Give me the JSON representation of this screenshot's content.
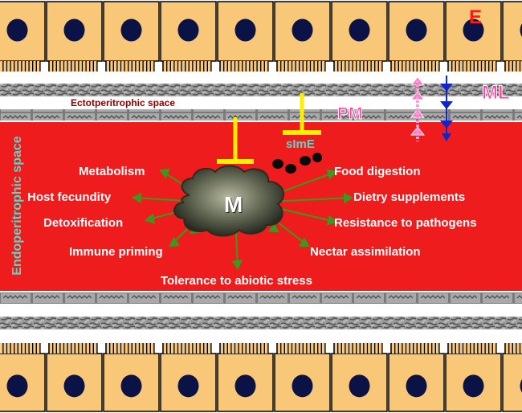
{
  "labels": {
    "epithelium": "E",
    "muscle_layer": "ML",
    "peritrophic_matrix": "PM",
    "ectoperitrophic": "Ectotperitrophic space",
    "endoperitrophic": "Endoperitrophic space",
    "microbiota": "M",
    "immune_effector": "sImE"
  },
  "functions_left": [
    "Metabolism",
    "Host fecundity",
    "Detoxification",
    "Immune priming"
  ],
  "functions_right": [
    "Food digestion",
    "Dietry supplements",
    "Resistance to pathogens",
    "Nectar assimilation"
  ],
  "function_bottom": "Tolerance to abiotic stress",
  "colors": {
    "lumen": "#ee1c1c",
    "cell": "#f8c777",
    "nucleus": "#0b1246",
    "function_text": "#ffffff",
    "arrow": "#3a9a20",
    "inhibitor": "#ffee00",
    "label_E": "#ff1a1a",
    "label_ML": "#ff3fa0",
    "label_PM": "#ff3fa0",
    "label_endo": "#5fd6c6",
    "label_ecto": "#8a0000"
  },
  "icons": [
    "inhibition-bar-icon",
    "up-arrow-icon",
    "down-arrow-icon",
    "microbe-cloud-icon"
  ]
}
